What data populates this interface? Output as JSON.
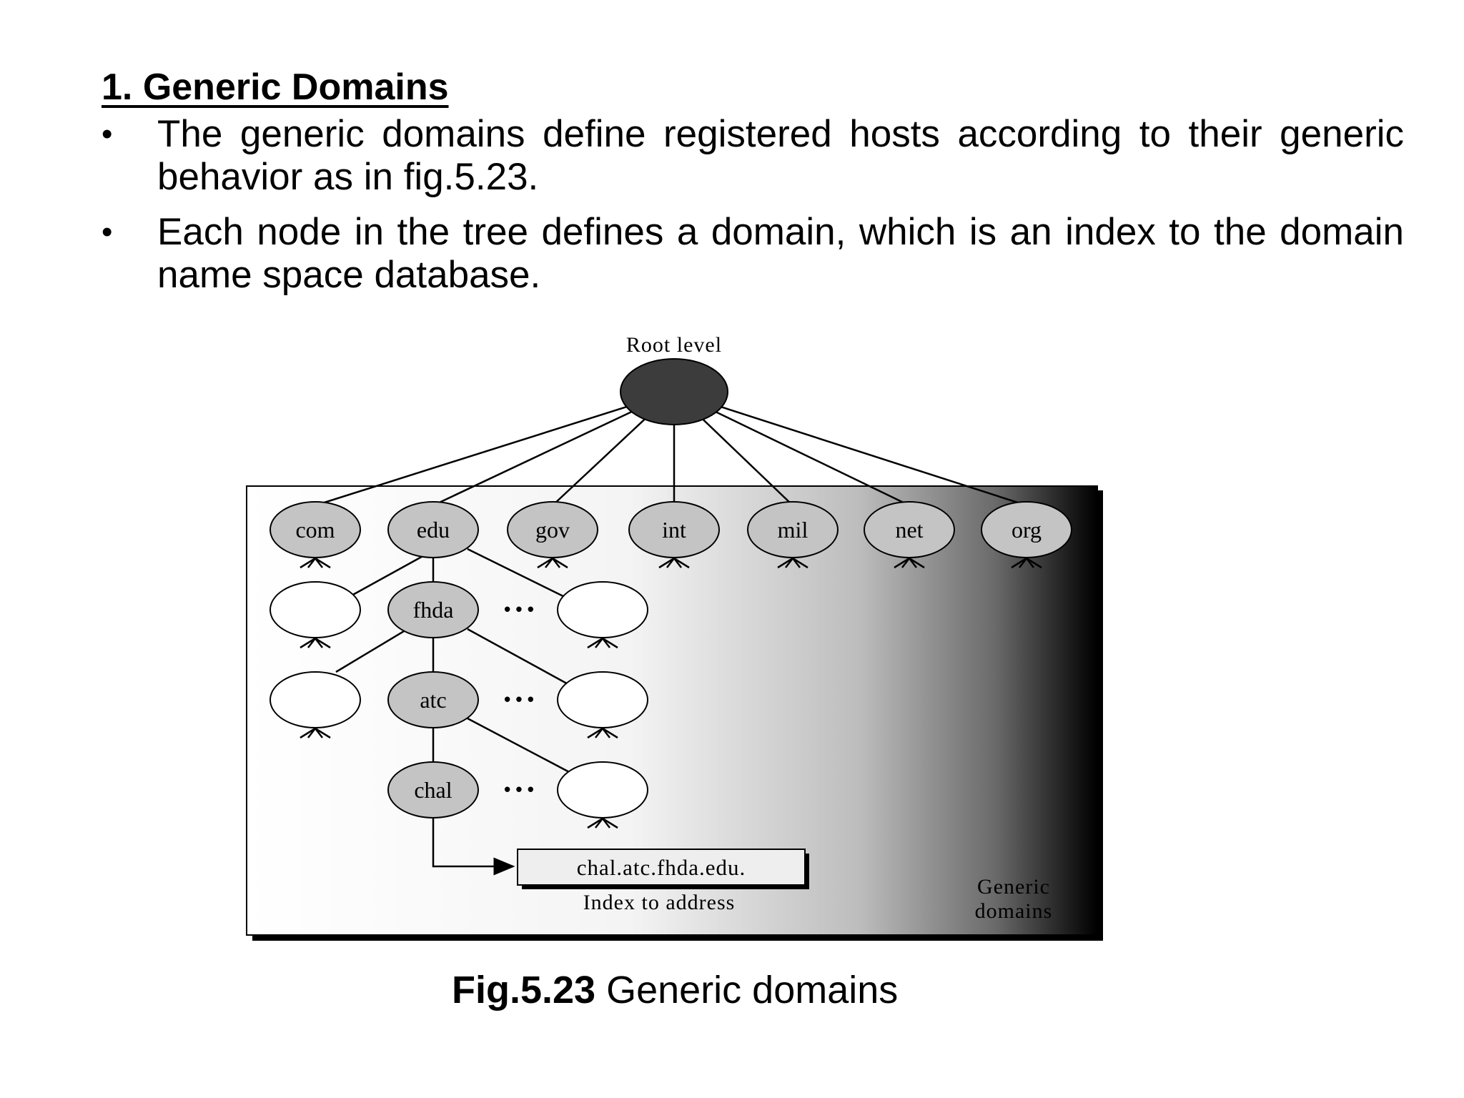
{
  "heading": "1. Generic Domains",
  "bullets": [
    "The generic domains define registered hosts according to their generic behavior as in fig.5.23.",
    "Each node in the tree defines a domain, which is an index to the domain name space database."
  ],
  "diagram": {
    "root_label": "Root level",
    "top_domains": [
      "com",
      "edu",
      "gov",
      "int",
      "mil",
      "net",
      "org"
    ],
    "path_nodes": [
      "fhda",
      "atc",
      "chal"
    ],
    "ellipsis": "• • •",
    "address": "chal.atc.fhda.edu.",
    "address_caption": "Index to address",
    "region_label_line1": "Generic",
    "region_label_line2": "domains",
    "colors": {
      "root": "#3c3c3c",
      "domain_node": "#c4c4c4",
      "empty_node": "#ffffff",
      "frame_edge": "#000000"
    }
  },
  "caption": {
    "figure": "Fig.5.23",
    "title": "Generic domains"
  }
}
